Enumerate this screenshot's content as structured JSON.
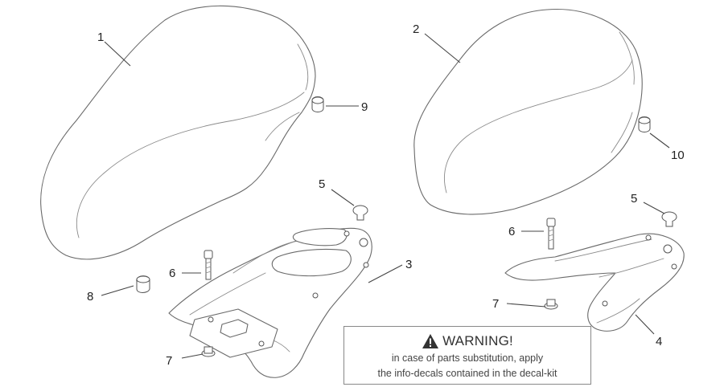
{
  "callouts": [
    {
      "id": "c1",
      "number": "1"
    },
    {
      "id": "c2",
      "number": "2"
    },
    {
      "id": "c3",
      "number": "3"
    },
    {
      "id": "c4",
      "number": "4"
    },
    {
      "id": "c5a",
      "number": "5"
    },
    {
      "id": "c5b",
      "number": "5"
    },
    {
      "id": "c6a",
      "number": "6"
    },
    {
      "id": "c6b",
      "number": "6"
    },
    {
      "id": "c7a",
      "number": "7"
    },
    {
      "id": "c7b",
      "number": "7"
    },
    {
      "id": "c8",
      "number": "8"
    },
    {
      "id": "c9",
      "number": "9"
    },
    {
      "id": "c10",
      "number": "10"
    }
  ],
  "warning": {
    "icon": "warning-triangle-icon",
    "title": "WARNING!",
    "line1": "in case of parts substitution, apply",
    "line2": "the info-decals contained in the decal-kit"
  }
}
